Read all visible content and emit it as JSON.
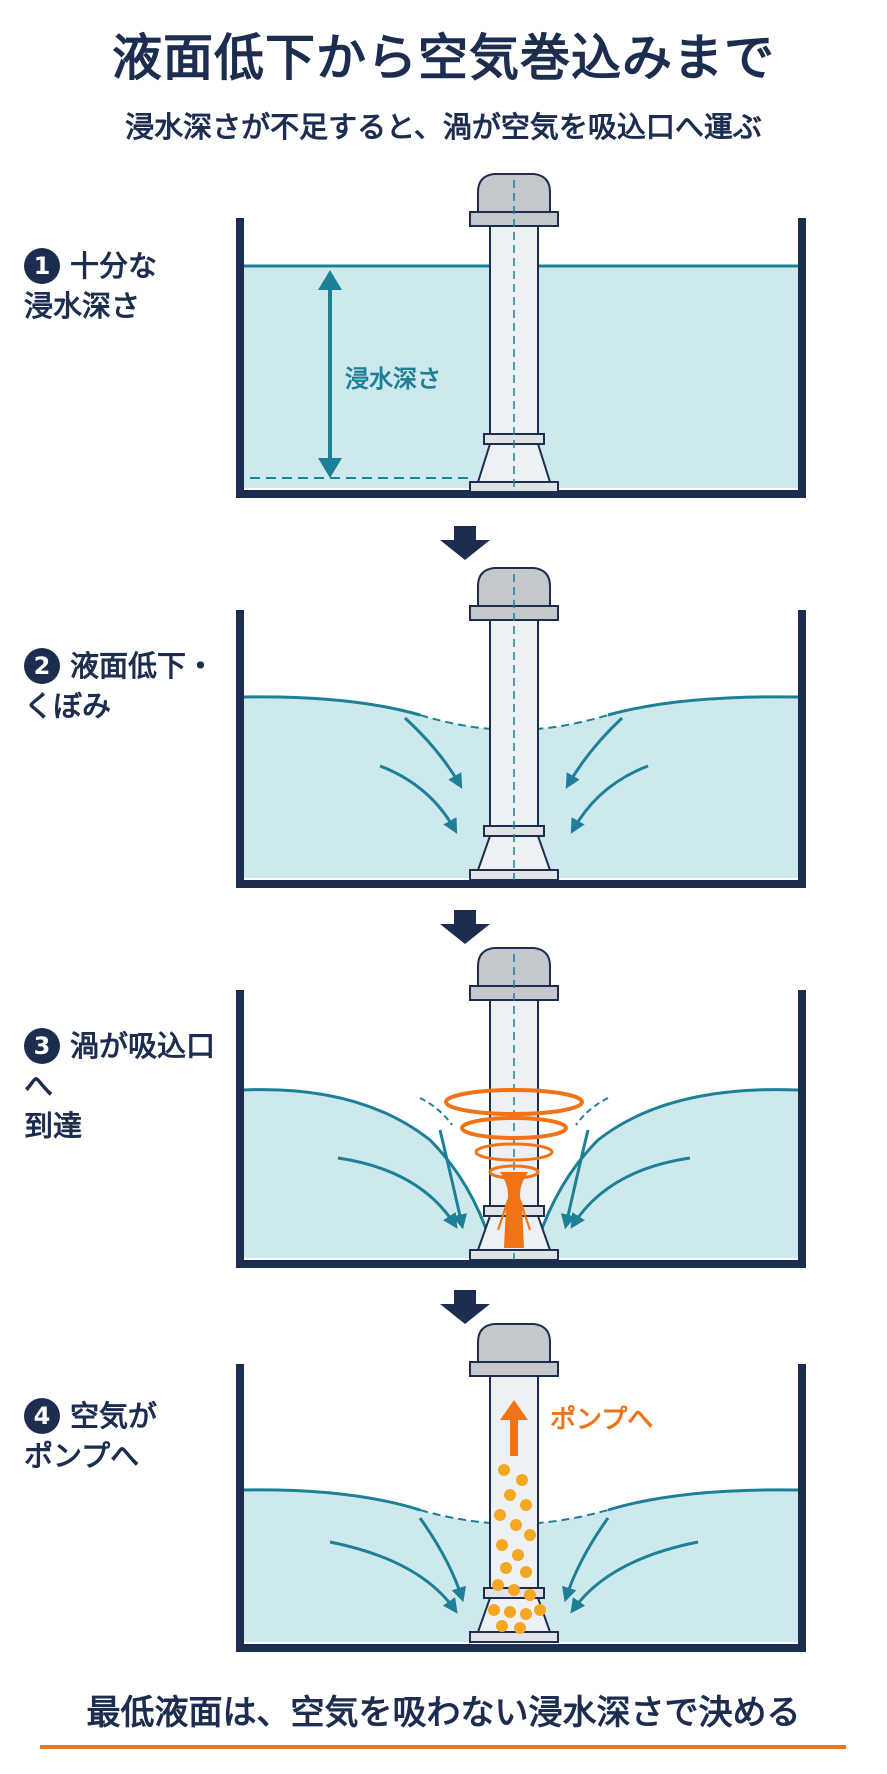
{
  "header": {
    "title": "液面低下から空気巻込みまで",
    "subtitle": "浸水深さが不足すると、渦が空気を吸込口へ運ぶ"
  },
  "steps": [
    {
      "number": "1",
      "line1": "十分な",
      "line2": "浸水深さ"
    },
    {
      "number": "2",
      "line1": "液面低下・",
      "line2": "くぼみ"
    },
    {
      "number": "3",
      "line1": "渦が吸込口へ",
      "line2": "到達"
    },
    {
      "number": "4",
      "line1": "空気が",
      "line2": "ポンプへ"
    }
  ],
  "annotations": {
    "depth_label": "浸水深さ",
    "to_pump_label": "ポンプへ"
  },
  "footer": {
    "text": "最低液面は、空気を吸わない浸水深さで決める"
  },
  "colors": {
    "navy": "#1d2d50",
    "water": "#cde9ee",
    "teal": "#1d8096",
    "orange": "#f07318",
    "pipe_gray": "#b9bdc2"
  }
}
